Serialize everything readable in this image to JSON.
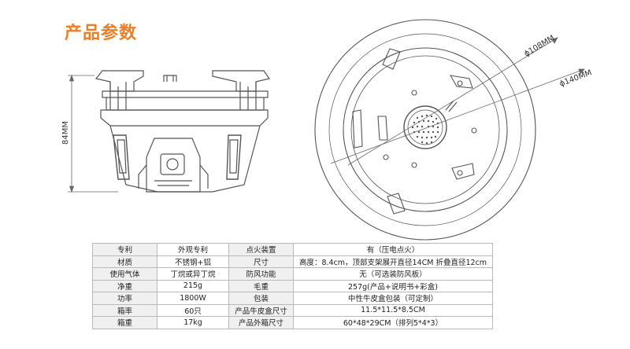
{
  "title": "产品参数",
  "dimensions": {
    "height": "84MM",
    "inner_diameter": "ϕ108MM",
    "outer_diameter": "ϕ140MM"
  },
  "colors": {
    "accent": "#e8802a",
    "line": "#555555",
    "table_border": "#b9b9b9",
    "label_bg": "#f0f0f0"
  },
  "specs": [
    {
      "k1": "专利",
      "v1": "外观专利",
      "k2": "点火装置",
      "v2": "有（压电点火）"
    },
    {
      "k1": "材质",
      "v1": "不锈钢+铝",
      "k2": "尺寸",
      "v2": "高度：8.4cm，顶部支架展开直径14CM 折叠直径12cm"
    },
    {
      "k1": "使用气体",
      "v1": "丁烷或异丁烷",
      "k2": "防风功能",
      "v2": "无（可选装防风板）"
    },
    {
      "k1": "净重",
      "v1": "215g",
      "k2": "毛重",
      "v2": "257g(产品+说明书+彩盒)"
    },
    {
      "k1": "功率",
      "v1": "1800W",
      "k2": "包装",
      "v2": "中性牛皮盒包装（可定制）"
    },
    {
      "k1": "箱率",
      "v1": "60只",
      "k2": "产品牛皮盒尺寸",
      "v2": "11.5*11.5*8.5CM"
    },
    {
      "k1": "箱重",
      "v1": "17kg",
      "k2": "产品外箱尺寸",
      "v2": "60*48*29CM（排列5*4*3）"
    }
  ]
}
